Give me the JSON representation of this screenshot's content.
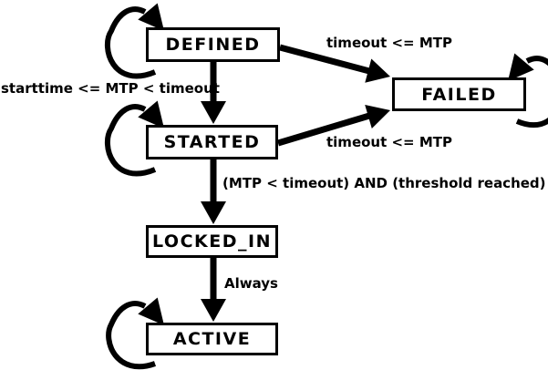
{
  "diagram": {
    "type": "state-machine",
    "states": [
      {
        "name": "DEFINED",
        "self_transition": true
      },
      {
        "name": "FAILED",
        "self_transition": true
      },
      {
        "name": "STARTED",
        "self_transition": true
      },
      {
        "name": "LOCKED_IN",
        "self_transition": false
      },
      {
        "name": "ACTIVE",
        "self_transition": true
      }
    ],
    "transitions": [
      {
        "from": "DEFINED",
        "to": "FAILED",
        "label": "timeout <= MTP"
      },
      {
        "from": "DEFINED",
        "to": "STARTED",
        "label": "starttime <= MTP < timeout"
      },
      {
        "from": "STARTED",
        "to": "FAILED",
        "label": "timeout <= MTP"
      },
      {
        "from": "STARTED",
        "to": "LOCKED_IN",
        "label": "(MTP < timeout) AND (threshold reached)"
      },
      {
        "from": "LOCKED_IN",
        "to": "ACTIVE",
        "label": "Always"
      }
    ],
    "colors": {
      "line": "#000000",
      "state_fill": "#ffffff",
      "background": "#ffffff"
    }
  }
}
